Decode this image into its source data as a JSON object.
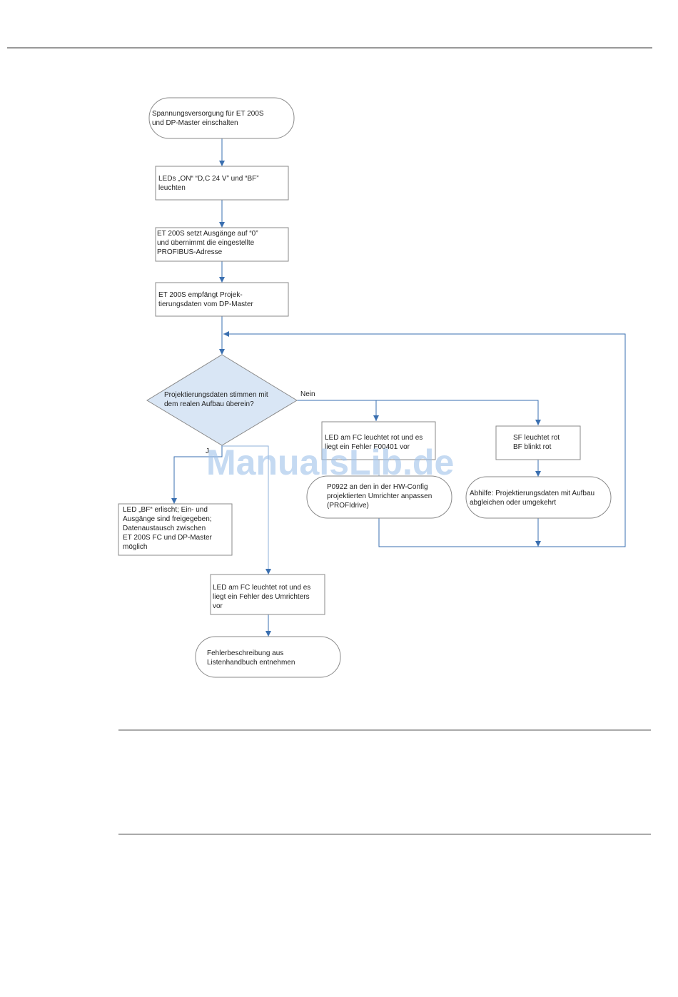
{
  "watermark": "ManualsLib.de",
  "colors": {
    "edge": "#3a6fb0",
    "decision_fill": "#d9e6f5",
    "node_stroke": "#8a8a8a",
    "rule": "#333333"
  },
  "nodes": {
    "start": {
      "lines": [
        "Spannungsversorgung für ET 200S",
        "und DP-Master einschalten"
      ]
    },
    "leds_on": {
      "lines": [
        "LEDs „ON“ “D,C 24 V” und “BF”",
        "leuchten"
      ]
    },
    "set_out": {
      "lines": [
        "ET 200S setzt Ausgänge auf “0”",
        "und übernimmt die eingestellte",
        "PROFIBUS-Adresse"
      ]
    },
    "receive": {
      "lines": [
        "ET 200S empfängt Projek-",
        "tierungsdaten vom DP-Master"
      ]
    },
    "decision": {
      "lines": [
        "Projektierungsdaten stimmen mit",
        "dem realen Aufbau überein?"
      ]
    },
    "fault_f": {
      "lines": [
        "LED am FC leuchtet rot und es",
        "liegt ein Fehler F00401 vor"
      ]
    },
    "sf_red": {
      "lines": [
        "SF leuchtet rot",
        "BF blinkt rot"
      ]
    },
    "p0922": {
      "lines": [
        "P0922 an den in der HW-Config",
        "projektierten Umrichter anpassen",
        "(PROFIdrive)"
      ]
    },
    "remedy": {
      "lines": [
        "Abhilfe: Projektierungsdaten mit Aufbau",
        "abgleichen oder umgekehrt"
      ]
    },
    "bf_off": {
      "lines": [
        "LED „BF“ erlischt; Ein- und",
        "Ausgänge sind freigegeben;",
        "Datenaustausch zwischen",
        "ET 200S FC und DP-Master",
        "möglich"
      ]
    },
    "fault_inv": {
      "lines": [
        "LED am FC leuchtet rot und es",
        "liegt ein Fehler des Umrichters",
        "vor"
      ]
    },
    "handbook": {
      "lines": [
        "Fehlerbeschreibung aus",
        "Listenhandbuch entnehmen"
      ]
    }
  },
  "labels": {
    "no": "Nein",
    "yes": "J"
  }
}
